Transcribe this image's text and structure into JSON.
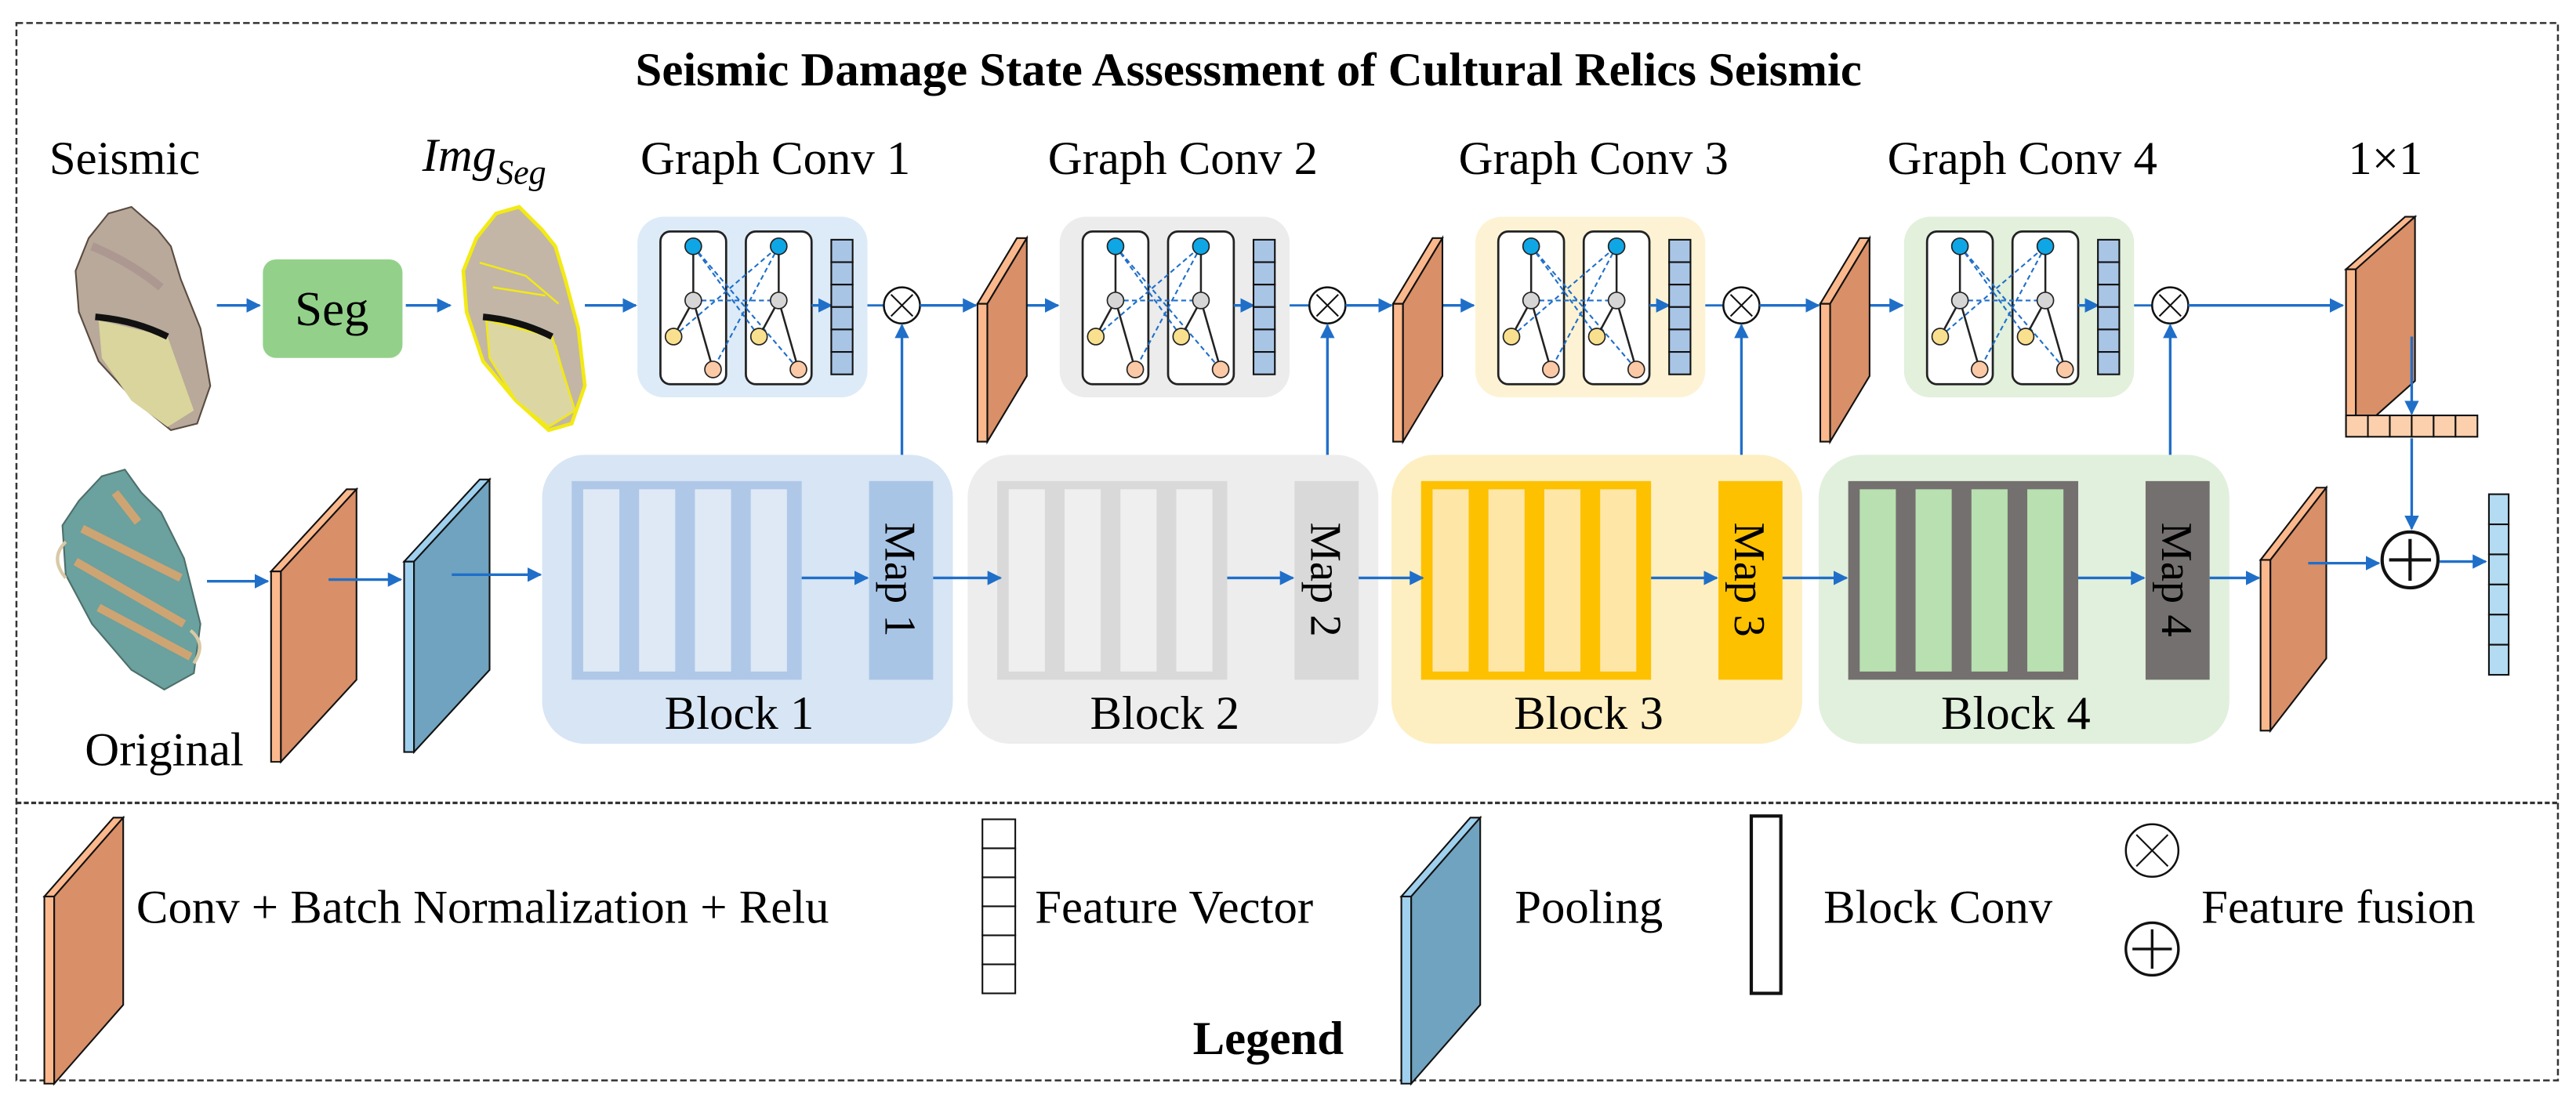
{
  "title": "Seismic Damage State Assessment of Cultural Relics Seismic",
  "colors": {
    "arrow": "#1f6fc9",
    "conv_front": "#d98f68",
    "conv_side": "#fbb88c",
    "pool_front": "#6fa3bf",
    "pool_side": "#9fd0ee",
    "seg_box": "#93d18a",
    "graph_node_top": "#0fa6e6",
    "graph_node_mid": "#d6d6d6",
    "graph_node_left": "#f9e08e",
    "graph_node_right": "#fbc9a6",
    "feature_vec_blue": "#a9c5e6",
    "out_vec_orange": "#fdd0ad",
    "out_vec_blue": "#b3dbf1"
  },
  "top_row": {
    "input_label": "Seismic",
    "seg_label": "Seg",
    "img_seg_main": "Img",
    "img_seg_sub": "Seg",
    "graph_convs": [
      {
        "label": "Graph Conv 1",
        "bg": "#dcebf7"
      },
      {
        "label": "Graph Conv 2",
        "bg": "#ececec"
      },
      {
        "label": "Graph Conv 3",
        "bg": "#fdf3d4"
      },
      {
        "label": "Graph Conv 4",
        "bg": "#e2f0dc"
      }
    ],
    "final_conv_label": "1×1"
  },
  "bottom_row": {
    "input_label": "Original",
    "blocks": [
      {
        "label": "Block 1",
        "map_label": "Map 1",
        "bg": "#d7e5f4",
        "frame": "#afc8e8",
        "stripe": "#dfe9f5",
        "map_bg": "#a9c5e6"
      },
      {
        "label": "Block 2",
        "map_label": "Map 2",
        "bg": "#ededed",
        "frame": "#d9d9d9",
        "stripe": "#efefef",
        "map_bg": "#d9d9d9"
      },
      {
        "label": "Block 3",
        "map_label": "Map 3",
        "bg": "#fdefc2",
        "frame": "#fdc100",
        "stripe": "#fde6a6",
        "map_bg": "#fdc100"
      },
      {
        "label": "Block 4",
        "map_label": "Map 4",
        "bg": "#e1f0dc",
        "frame": "#757070",
        "stripe": "#b8e0b0",
        "map_bg": "#757070"
      }
    ]
  },
  "legend": {
    "title": "Legend",
    "items": [
      {
        "icon": "conv-slab-icon",
        "label": "Conv + Batch Normalization + Relu"
      },
      {
        "icon": "feature-vector-icon",
        "label": "Feature Vector"
      },
      {
        "icon": "pooling-slab-icon",
        "label": "Pooling"
      },
      {
        "icon": "block-conv-icon",
        "label": "Block Conv"
      },
      {
        "icon": "feature-fusion-icons",
        "label": "Feature fusion"
      }
    ]
  }
}
